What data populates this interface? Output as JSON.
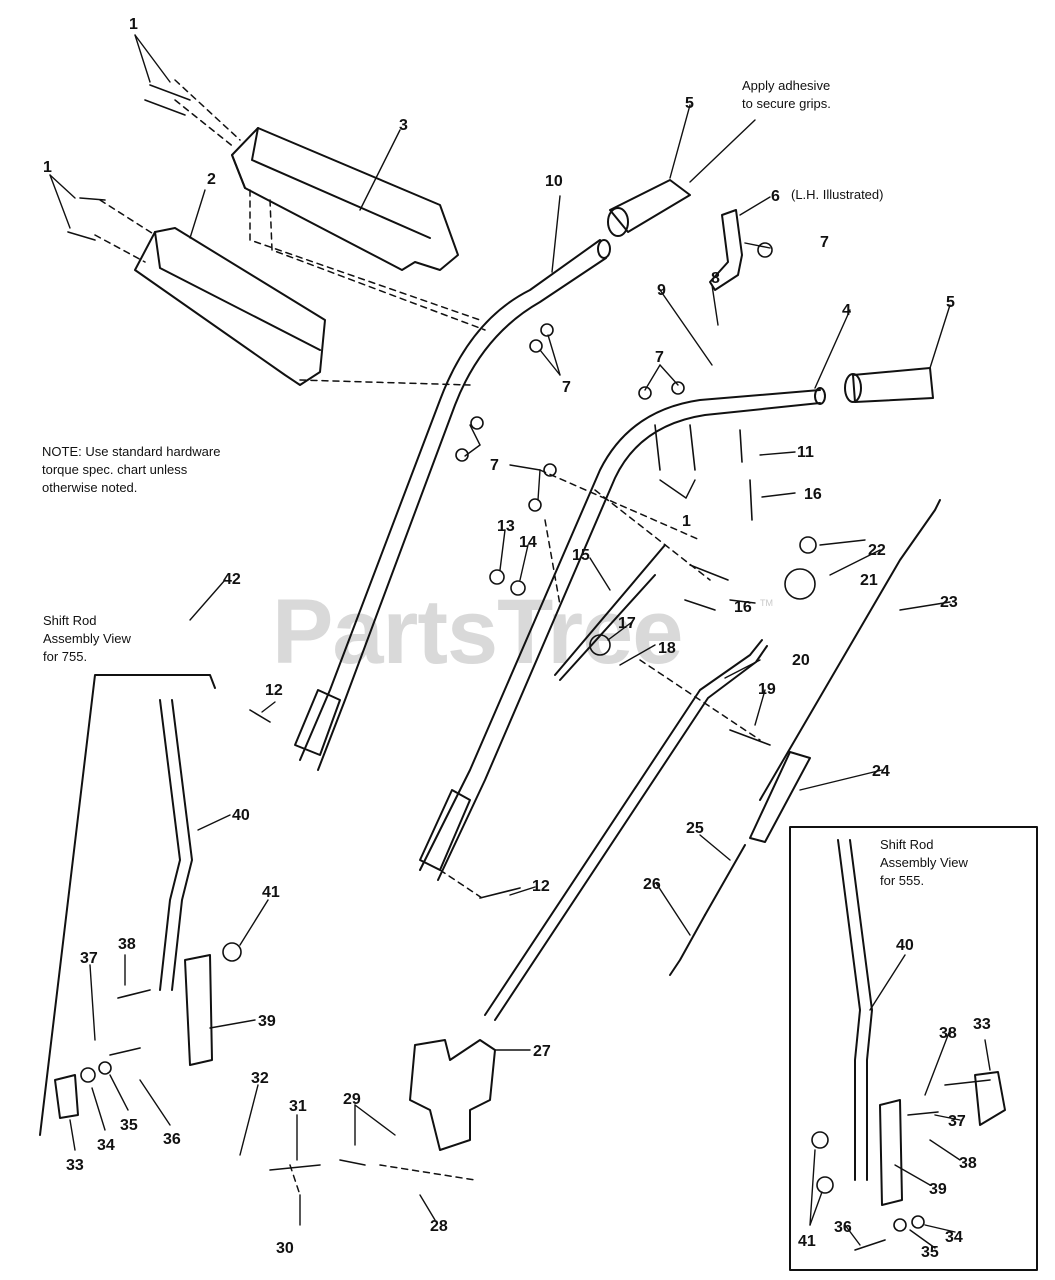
{
  "notes": {
    "adhesive": [
      "Apply adhesive",
      "to secure grips."
    ],
    "lh": "(L.H. Illustrated)",
    "hardware": [
      "NOTE: Use standard hardware",
      "torque spec. chart unless",
      "otherwise noted."
    ],
    "view755": [
      "Shift Rod",
      "Assembly View",
      "for 755."
    ],
    "view555": [
      "Shift Rod",
      "Assembly View",
      "for 555."
    ]
  },
  "watermark": "PartsTree",
  "trademark": "TM",
  "callouts": {
    "c1a": "1",
    "c1b": "1",
    "c1c": "1",
    "c2": "2",
    "c3": "3",
    "c4": "4",
    "c5a": "5",
    "c5b": "5",
    "c6": "6",
    "c7a": "7",
    "c7b": "7",
    "c7c": "7",
    "c7d": "7",
    "c8": "8",
    "c9": "9",
    "c10": "10",
    "c11": "11",
    "c12a": "12",
    "c12b": "12",
    "c13": "13",
    "c14": "14",
    "c15": "15",
    "c16a": "16",
    "c16b": "16",
    "c17": "17",
    "c18": "18",
    "c19": "19",
    "c20": "20",
    "c21": "21",
    "c22": "22",
    "c23": "23",
    "c24": "24",
    "c25": "25",
    "c26": "26",
    "c27": "27",
    "c28": "28",
    "c29": "29",
    "c30": "30",
    "c31": "31",
    "c32": "32",
    "c33a": "33",
    "c33b": "33",
    "c34a": "34",
    "c34b": "34",
    "c35a": "35",
    "c35b": "35",
    "c36a": "36",
    "c36b": "36",
    "c37a": "37",
    "c37b": "37",
    "c38a": "38",
    "c38b": "38",
    "c39a": "39",
    "c39b": "39",
    "c40a": "40",
    "c40b": "40",
    "c41a": "41",
    "c41b": "41",
    "c42": "42"
  }
}
